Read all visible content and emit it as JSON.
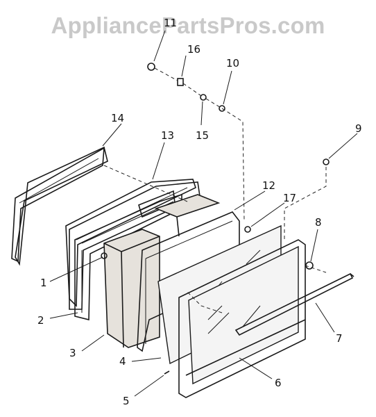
{
  "watermark": "AppliancePartsPros.com",
  "callouts": [
    {
      "id": "c11",
      "text": "11"
    },
    {
      "id": "c16",
      "text": "16"
    },
    {
      "id": "c10",
      "text": "10"
    },
    {
      "id": "c14",
      "text": "14"
    },
    {
      "id": "c13",
      "text": "13"
    },
    {
      "id": "c15",
      "text": "15"
    },
    {
      "id": "c9",
      "text": "9"
    },
    {
      "id": "c12",
      "text": "12"
    },
    {
      "id": "c17",
      "text": "17"
    },
    {
      "id": "c8",
      "text": "8"
    },
    {
      "id": "c1",
      "text": "1"
    },
    {
      "id": "c2",
      "text": "2"
    },
    {
      "id": "c3",
      "text": "3"
    },
    {
      "id": "c4",
      "text": "4"
    },
    {
      "id": "c5",
      "text": "5"
    },
    {
      "id": "c6",
      "text": "6"
    },
    {
      "id": "c7",
      "text": "7"
    }
  ]
}
